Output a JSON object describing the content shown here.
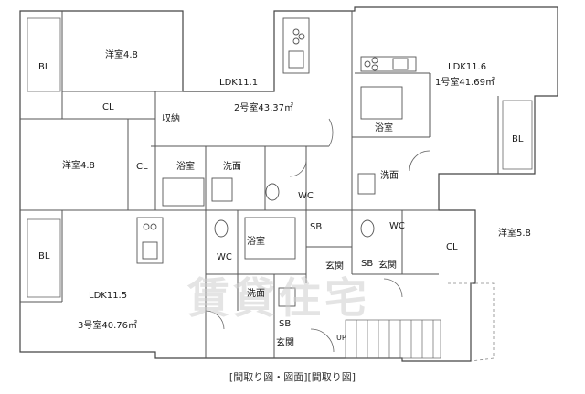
{
  "watermark": "賃貸住宅",
  "caption": "[間取り図・図面][間取り図]",
  "labels": {
    "bl_top_left": "BL",
    "room_top_left": "洋室4.8",
    "cl_top_left": "CL",
    "ldk_unit2": "LDK11.1",
    "unit2_area": "2号室43.37㎡",
    "storage": "収納",
    "ldk_unit1": "LDK11.6",
    "unit1_area": "1号室41.69㎡",
    "bath_unit1": "浴室",
    "bl_right": "BL",
    "room_mid_left": "洋室4.8",
    "cl_mid_left": "CL",
    "bath_unit2": "浴室",
    "wash_unit2": "洗面",
    "wc_unit2": "WC",
    "wash_unit1": "洗面",
    "wc_unit1": "WC",
    "sb_center": "SB",
    "bl_bottom_left": "BL",
    "bath_unit3": "浴室",
    "wc_unit3": "WC",
    "entrance_unit2": "玄関",
    "sb_unit1": "SB",
    "entrance_unit1": "玄関",
    "room_right": "洋室5.8",
    "cl_right": "CL",
    "ldk_unit3": "LDK11.5",
    "unit3_area": "3号室40.76㎡",
    "wash_unit3": "洗面",
    "sb_unit3": "SB",
    "entrance_unit3": "玄関",
    "up": "UP"
  }
}
